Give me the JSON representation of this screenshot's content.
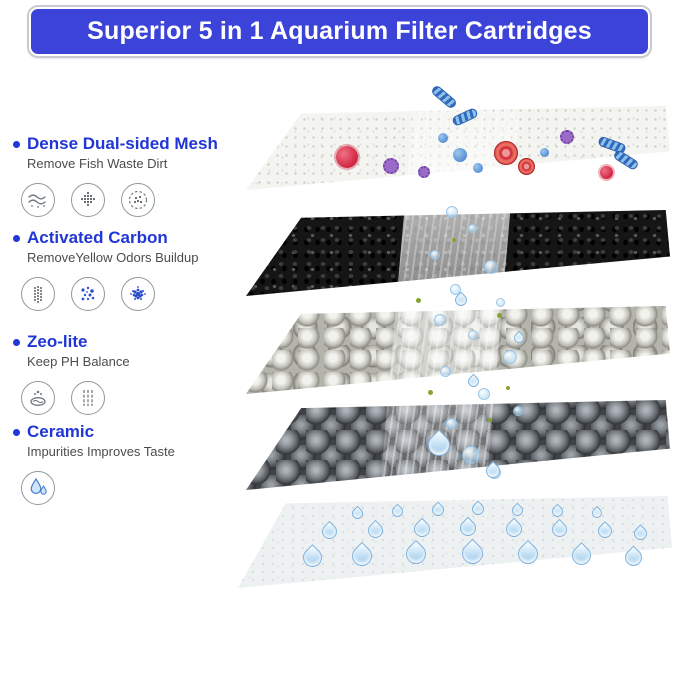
{
  "title": "Superior 5 in 1 Aquarium Filter Cartridges",
  "theme": {
    "banner_bg": "#3c43d8",
    "heading_color": "#2136d6",
    "subtitle_color": "#4c4c4c"
  },
  "sections": [
    {
      "heading": "Dense Dual-sided Mesh",
      "subtitle": "Remove Fish Waste Dirt",
      "icons": [
        "wind-icon",
        "waste-particles-icon",
        "dirt-dots-icon"
      ]
    },
    {
      "heading": "Activated Carbon",
      "subtitle": "RemoveYellow Odors Buildup",
      "icons": [
        "carbon-column-icon",
        "odor-dots-icon",
        "buildup-cluster-icon"
      ]
    },
    {
      "heading": "Zeo-lite",
      "subtitle": "Keep PH Balance",
      "icons": [
        "ph-bubbles-icon",
        "balance-lines-icon"
      ]
    },
    {
      "heading": "Ceramic",
      "subtitle": "Impurities Improves Taste",
      "icons": [
        "water-drops-icon"
      ]
    }
  ],
  "layers": [
    {
      "name": "dense-mesh-layer"
    },
    {
      "name": "activated-carbon-layer"
    },
    {
      "name": "zeolite-layer"
    },
    {
      "name": "ceramic-layer"
    },
    {
      "name": "filtered-water-layer"
    }
  ]
}
